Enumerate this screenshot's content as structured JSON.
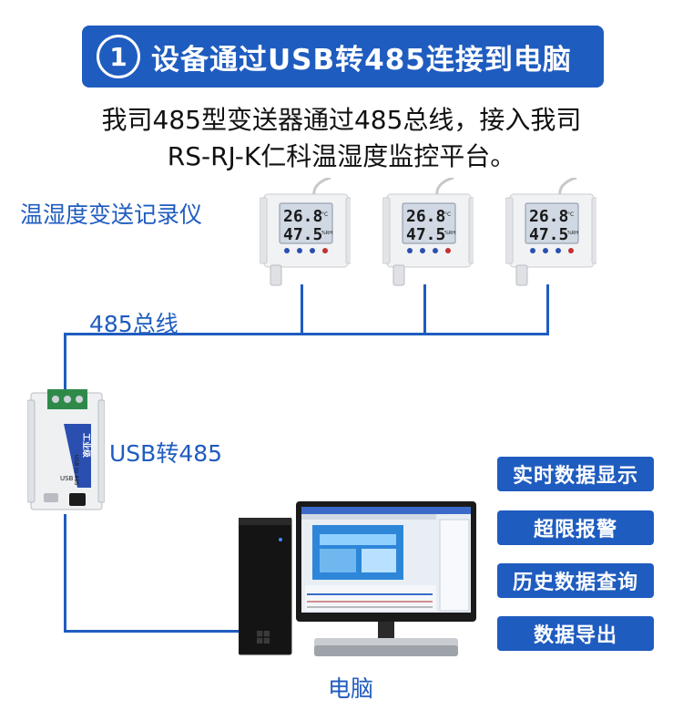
{
  "header": {
    "step_number": "1",
    "title": "设备通过USB转485连接到电脑"
  },
  "intro": {
    "line1": "我司485型变送器通过485总线，接入我司",
    "line2": "RS-RJ-K仁科温湿度监控平台。"
  },
  "labels": {
    "recorder": "温湿度变送记录仪",
    "bus": "485总线",
    "converter": "USB转485",
    "computer": "电脑"
  },
  "sensor_display": {
    "temperature": "26.8",
    "humidity": "47.5",
    "temp_unit": "°C",
    "hum_unit": "%RH"
  },
  "converter_text": {
    "brand": "工业级",
    "model": "USB to 485",
    "port": "USB"
  },
  "features": [
    "实时数据显示",
    "超限报警",
    "历史数据查询",
    "数据导出"
  ],
  "colors": {
    "accent": "#1f5cbf",
    "text": "#111111"
  }
}
